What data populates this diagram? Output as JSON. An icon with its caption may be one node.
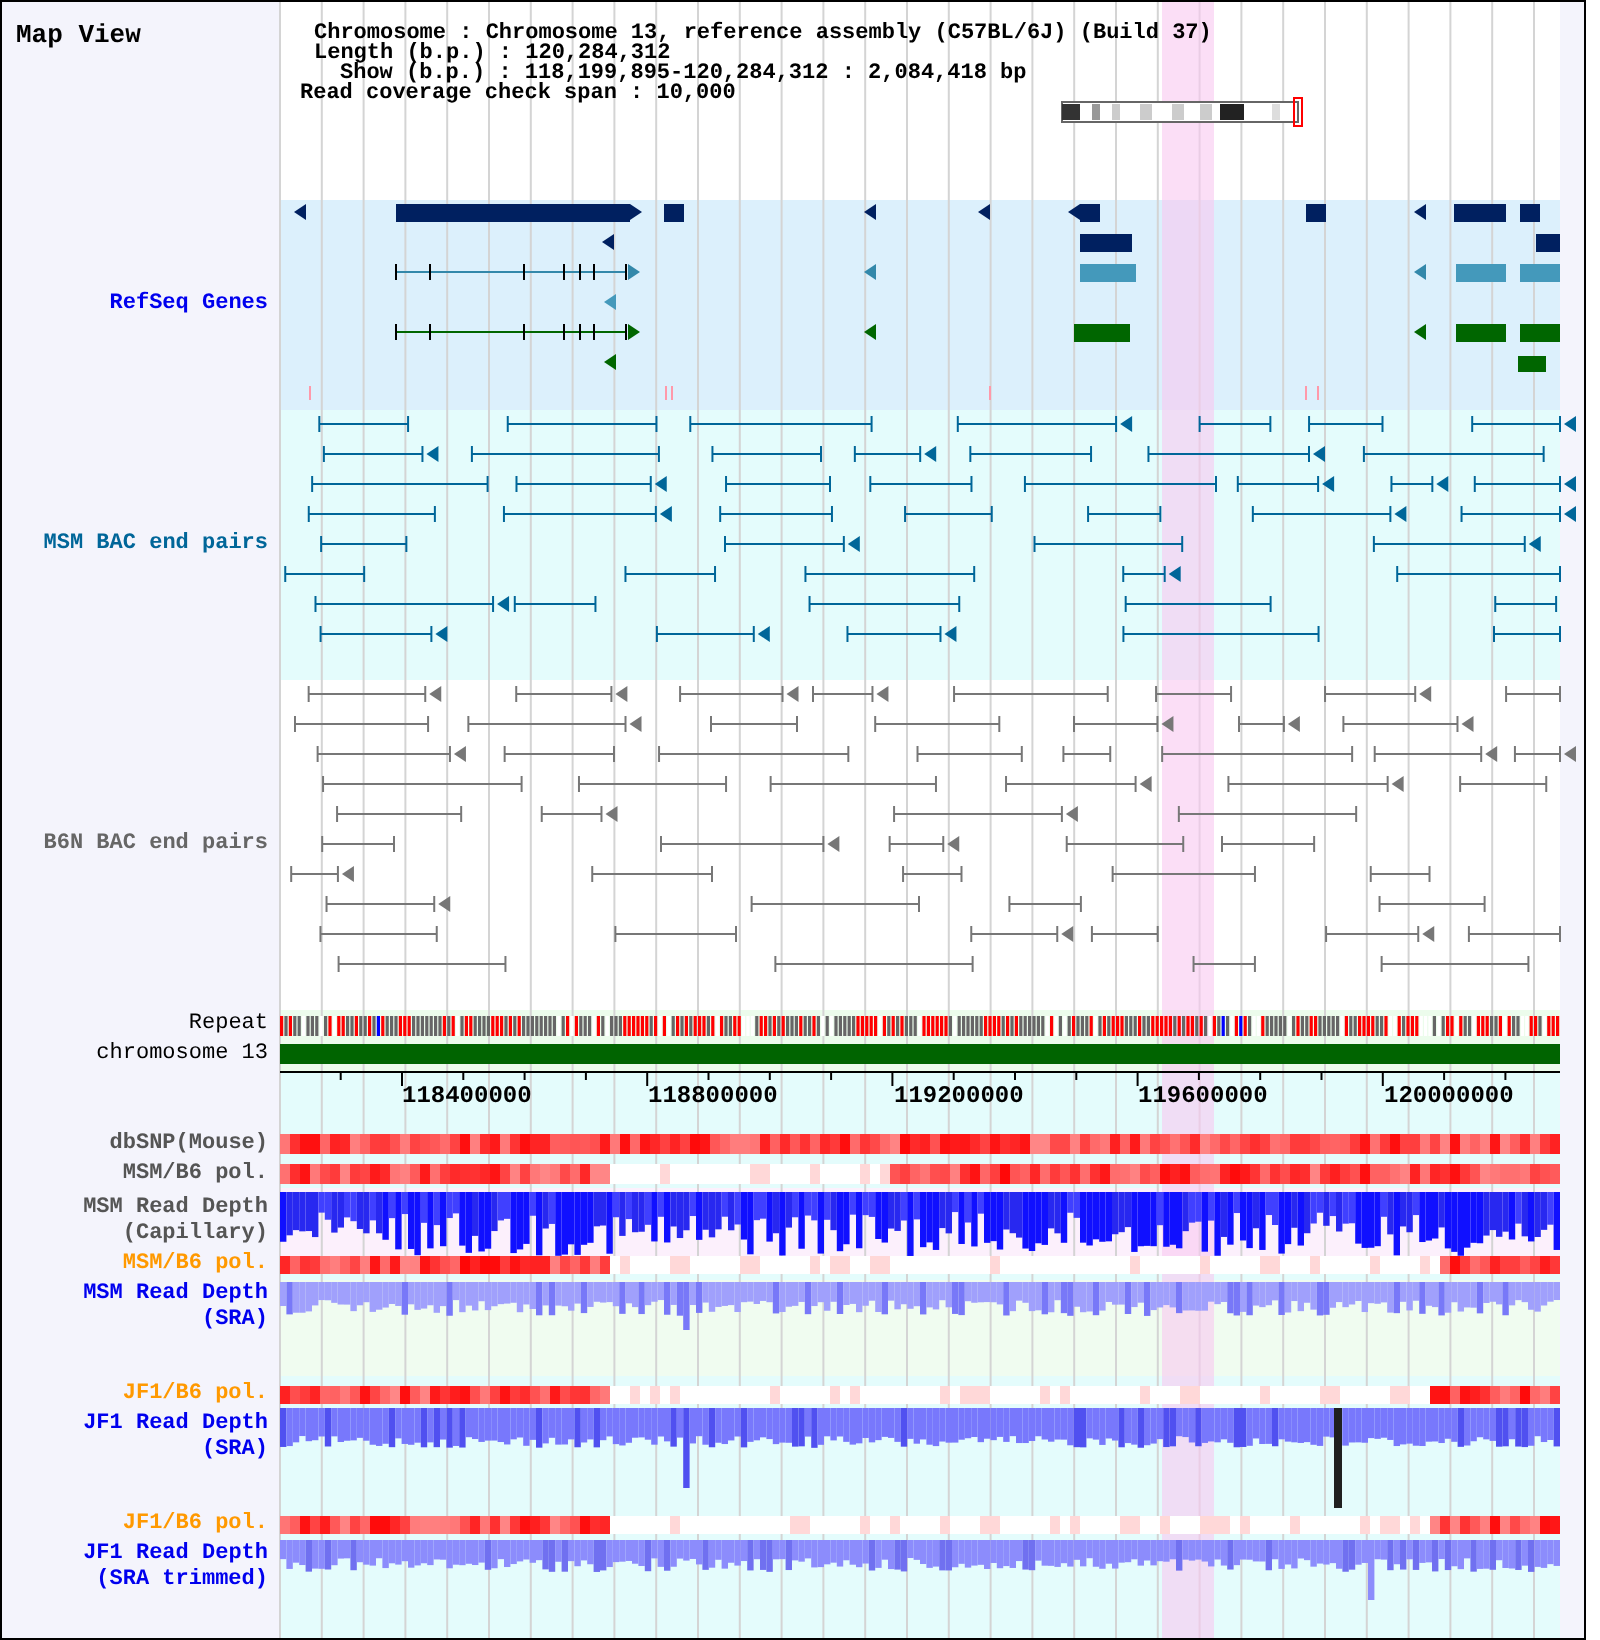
{
  "diagram": {
    "labels": [
      "Map View",
      "Chromosome : Chromosome 13, reference assembly (C57BL/6J) (Build 37)",
      "Length (b.p.) : 120,284,312",
      "Show (b.p.) : 118,199,895-120,284,312 : 2,084,418 bp",
      "Read coverage check span : 10,000",
      "RefSeq Genes",
      "MSM BAC end pairs",
      "B6N BAC end pairs",
      "Repeat",
      "chromosome 13",
      "118400000",
      "118800000",
      "119200000",
      "119600000",
      "120000000",
      "dbSNP(Mouse)",
      "MSM/B6 pol.",
      "MSM Read Depth (Capillary)",
      "MSM/B6 pol.",
      "MSM Read Depth (SRA)",
      "JF1/B6 pol.",
      "JF1 Read Depth (SRA)",
      "JF1/B6 pol.",
      "JF1 Read Depth (SRA trimmed)"
    ]
  }
}
